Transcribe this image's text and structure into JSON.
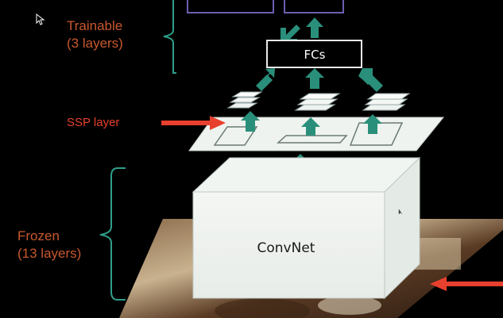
{
  "colors": {
    "background": "#000000",
    "label": "#c8582e",
    "bracket": "#2e9e8a",
    "arrow_teal": "#2a8f7a",
    "arrow_red": "#e8402e",
    "box_border": "#6a5fb0",
    "plane_fill": "#eef3ef"
  },
  "labels": {
    "trainable_line1": "Trainable",
    "trainable_line2": "(3 layers)",
    "ssp": "SSP layer",
    "frozen_line1": "Frozen",
    "frozen_line2": "(13 layers)"
  },
  "boxes": {
    "fcs": "FCs",
    "convnet": "ConvNet"
  },
  "icons": {
    "cursor": "arrow-cursor-icon"
  }
}
